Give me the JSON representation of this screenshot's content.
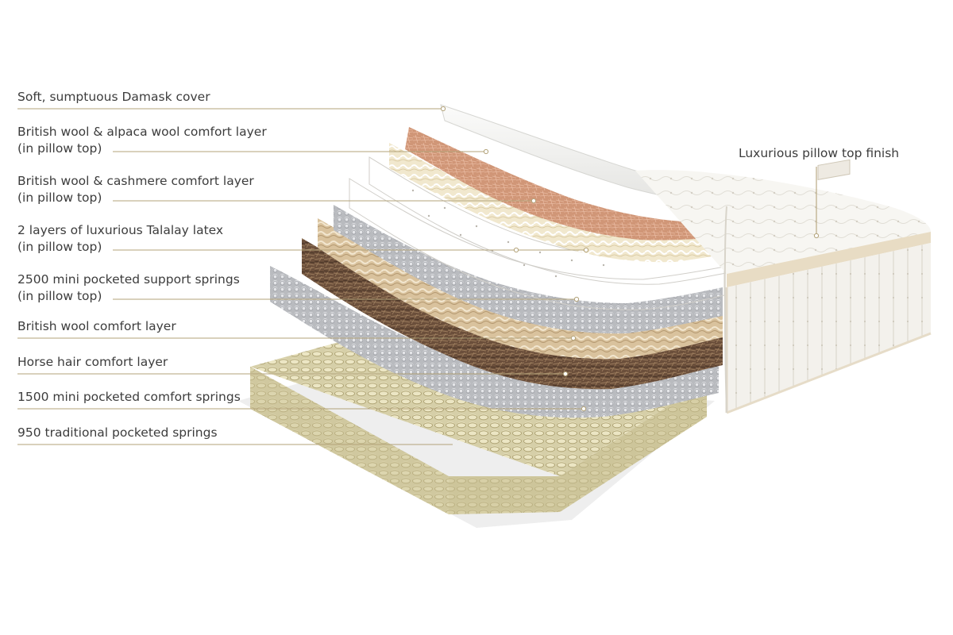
{
  "labels": {
    "cover": "Soft, sumptuous Damask cover",
    "alpaca_line1": "British wool & alpaca wool comfort layer",
    "alpaca_line2": "(in pillow top)",
    "cashmere_line1": "British wool & cashmere comfort layer",
    "cashmere_line2": "(in pillow top)",
    "latex_line1": "2 layers of luxurious Talalay latex",
    "latex_line2": "(in pillow top)",
    "mini_support_line1": "2500 mini pocketed support springs",
    "mini_support_line2": "(in pillow top)",
    "wool": "British wool comfort layer",
    "horse_hair": "Horse hair comfort layer",
    "mini_comfort": "1500 mini pocketed comfort springs",
    "traditional": "950 traditional pocketed springs",
    "pillow_top": "Luxurious pillow top finish"
  },
  "colors": {
    "leader_line": "#b3a37a",
    "label_text": "#3c3c3c",
    "cover": "#f4f4f2",
    "alpaca": "#d39a80",
    "cashmere": "#efe6cc",
    "latex": "#ecebe8",
    "mini_springs": "#c8c9cc",
    "wool": "#dcc6a3",
    "horse_hair": "#6e5440",
    "base_springs": "#d8d2ad"
  }
}
